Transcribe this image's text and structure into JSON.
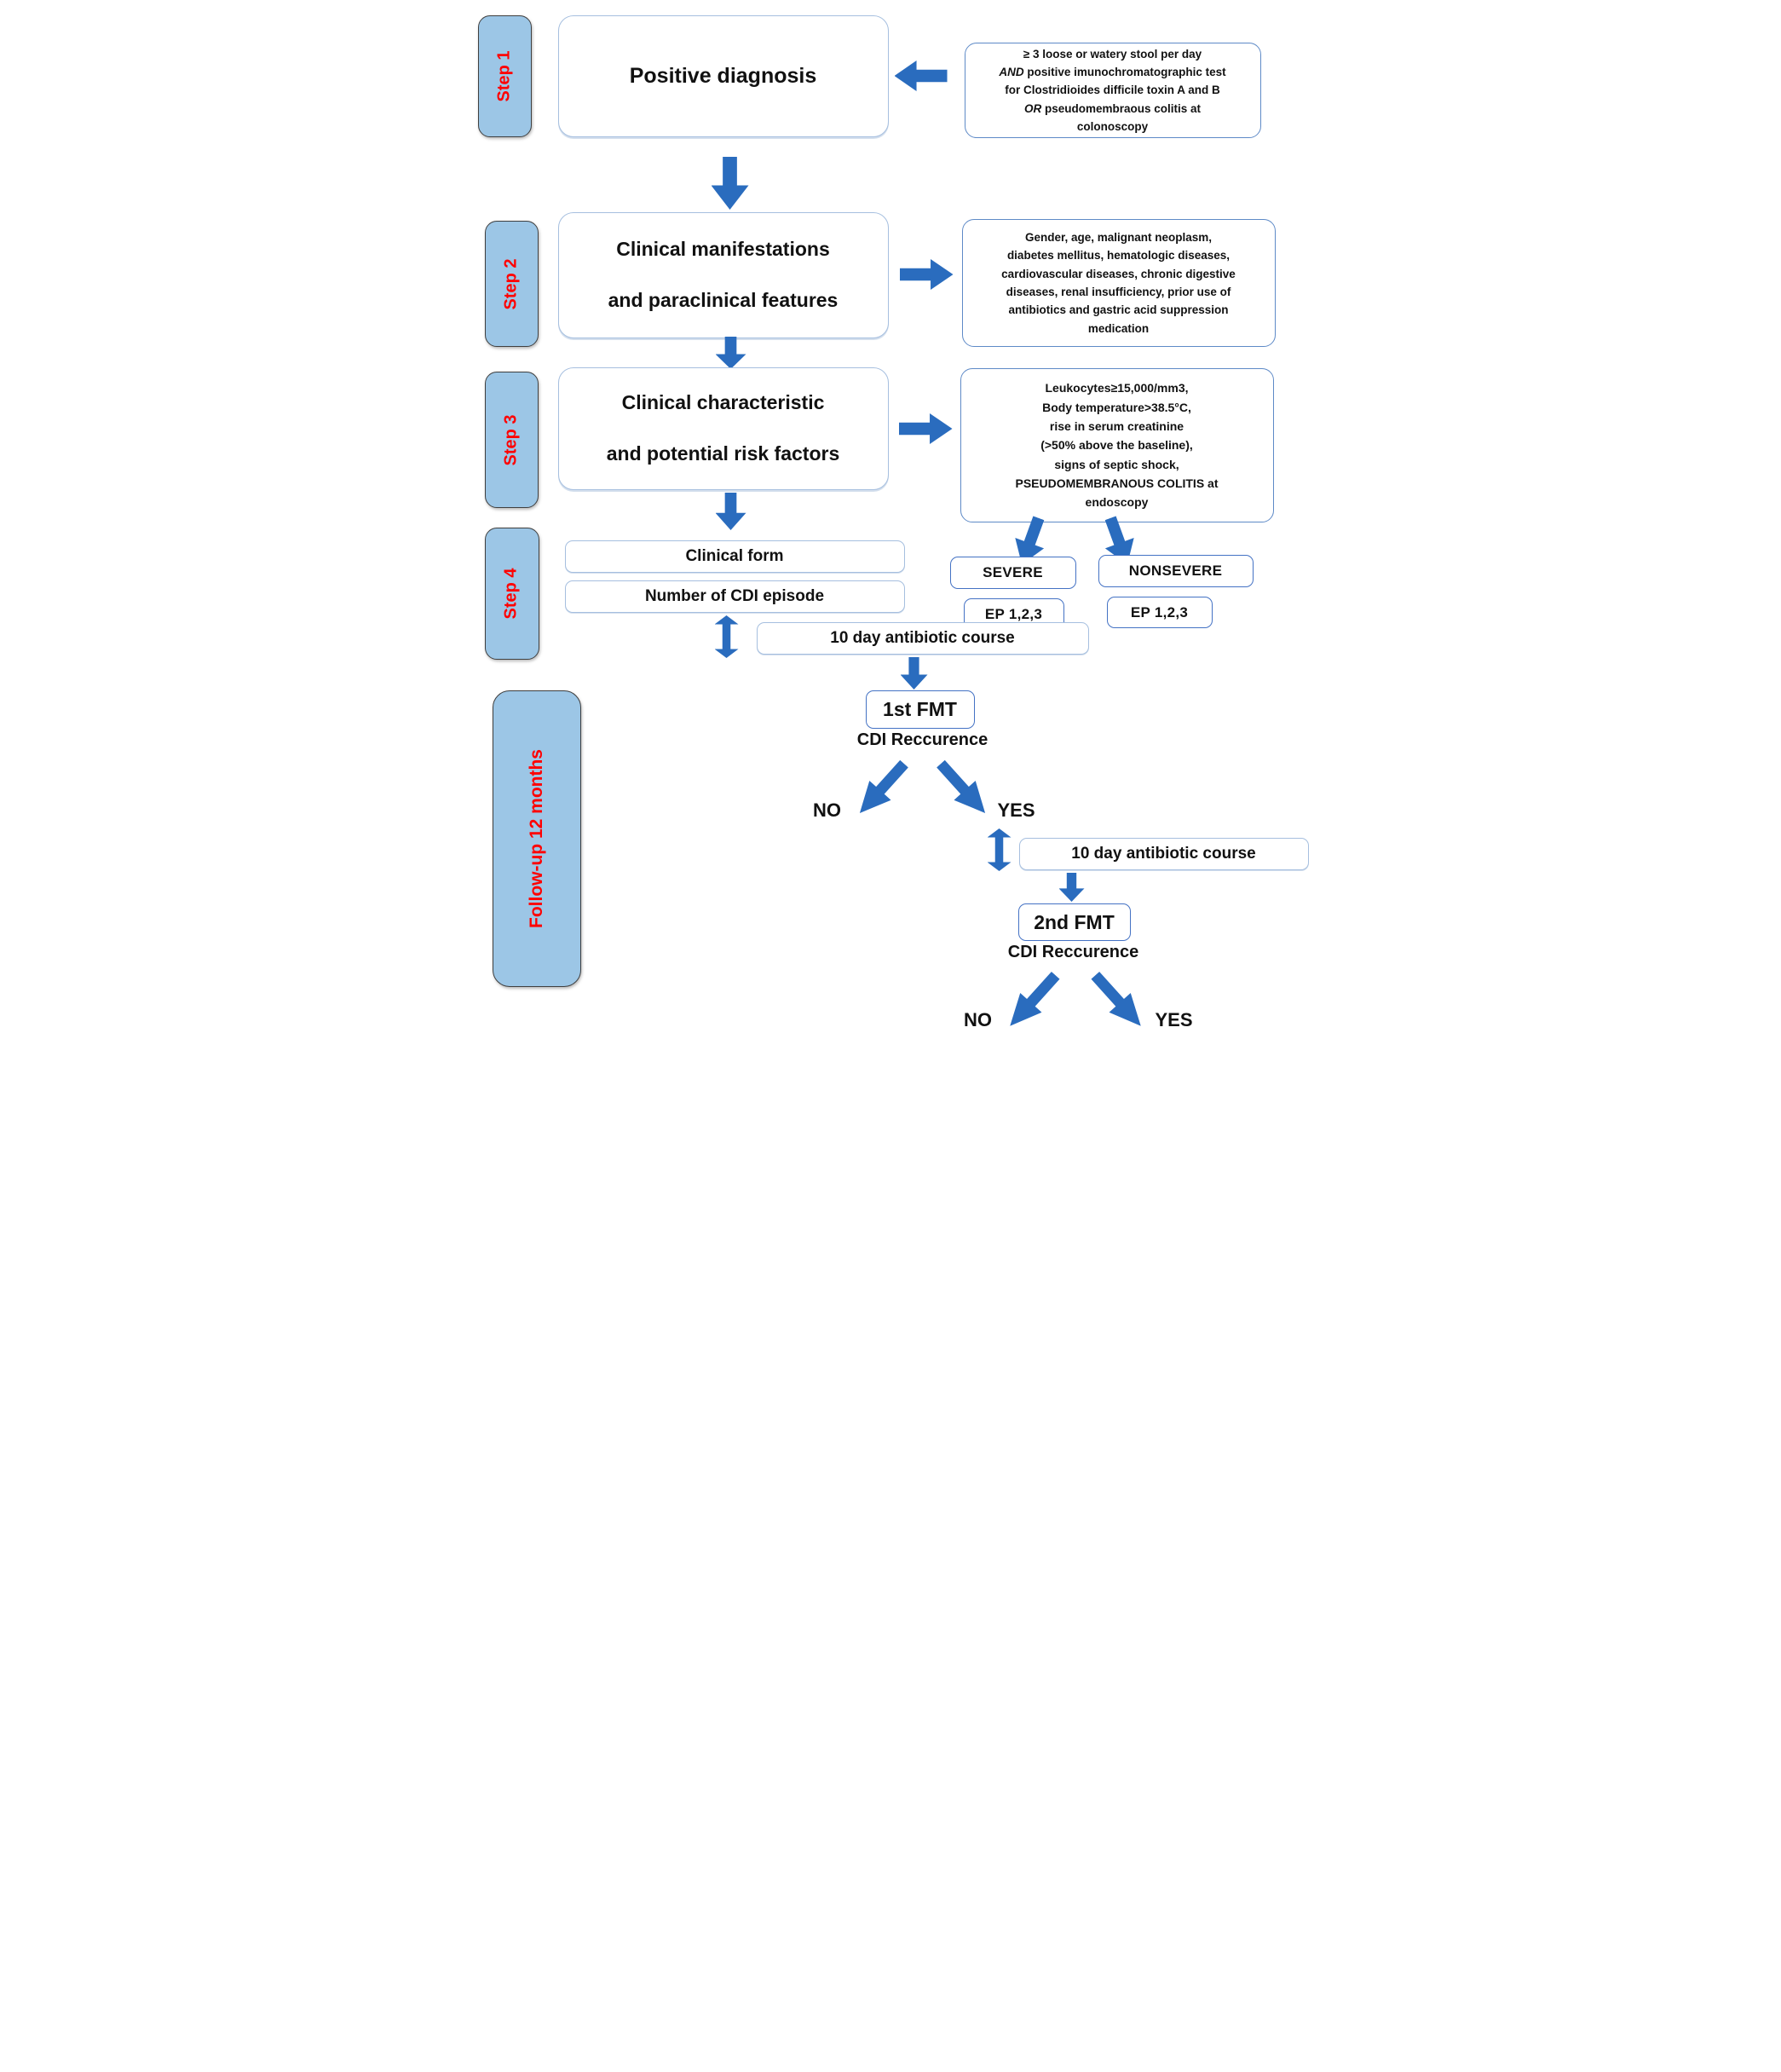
{
  "palette": {
    "arrow": "#2A6CBE",
    "badge_fill": "#9CC6E6",
    "badge_border": "#3F3F3F",
    "badge_text": "#FF0000",
    "box_border_light": "#A6BFDF",
    "box_border_medium": "#5E8AC7",
    "box_border_strong": "#4472C4",
    "text": "#111111"
  },
  "steps": {
    "step1": "Step 1",
    "step2": "Step 2",
    "step3": "Step 3",
    "step4": "Step 4",
    "followup": "Follow-up 12 months"
  },
  "boxes": {
    "positive_diagnosis": "Positive diagnosis",
    "manifestations_line1": "Clinical manifestations",
    "manifestations_line2": "and paraclinical features",
    "characteristic_line1": "Clinical characteristic",
    "characteristic_line2": "and potential risk factors",
    "clinical_form": "Clinical form",
    "cdi_episode": "Number of CDI episode",
    "severe": "SEVERE",
    "nonsevere": "NONSEVERE",
    "ep_severe": "EP 1,2,3",
    "ep_nonsevere": "EP 1,2,3",
    "antibiotic_course_1": "10 day antibiotic course",
    "antibiotic_course_2": "10 day antibiotic course",
    "fmt_1": "1st FMT",
    "fmt_2": "2nd FMT"
  },
  "criteria_diagnosis": {
    "lines": [
      {
        "t": "≥ 3 loose or watery stool per day"
      },
      {
        "i": "AND",
        "t": " positive imunochromatographic test"
      },
      {
        "t": "for Clostridioides difficile toxin A and B"
      },
      {
        "i": "OR",
        "t": " pseudomembraous colitis at"
      },
      {
        "t": "colonoscopy"
      }
    ]
  },
  "criteria_risk_factors": {
    "lines": [
      {
        "t": "Gender, age, malignant neoplasm,"
      },
      {
        "t": "diabetes mellitus, hematologic diseases,"
      },
      {
        "t": "cardiovascular diseases, chronic digestive"
      },
      {
        "t": "diseases, renal insufficiency, prior use of"
      },
      {
        "t": "antibiotics and gastric acid suppression"
      },
      {
        "t": "medication"
      }
    ]
  },
  "criteria_severity": {
    "lines": [
      {
        "t": "Leukocytes≥15,000/mm3,"
      },
      {
        "t": "Body temperature>38.5°C,"
      },
      {
        "t": "rise in serum  creatinine"
      },
      {
        "t": "(>50% above the baseline),"
      },
      {
        "t": "signs of septic shock,"
      },
      {
        "t": "PSEUDOMEMBRANOUS COLITIS at"
      },
      {
        "t": "endoscopy"
      }
    ]
  },
  "labels": {
    "recurrence_1": "CDI Reccurence",
    "recurrence_2": "CDI Reccurence",
    "no_1": "NO",
    "yes_1": "YES",
    "no_2": "NO",
    "yes_2": "YES"
  }
}
